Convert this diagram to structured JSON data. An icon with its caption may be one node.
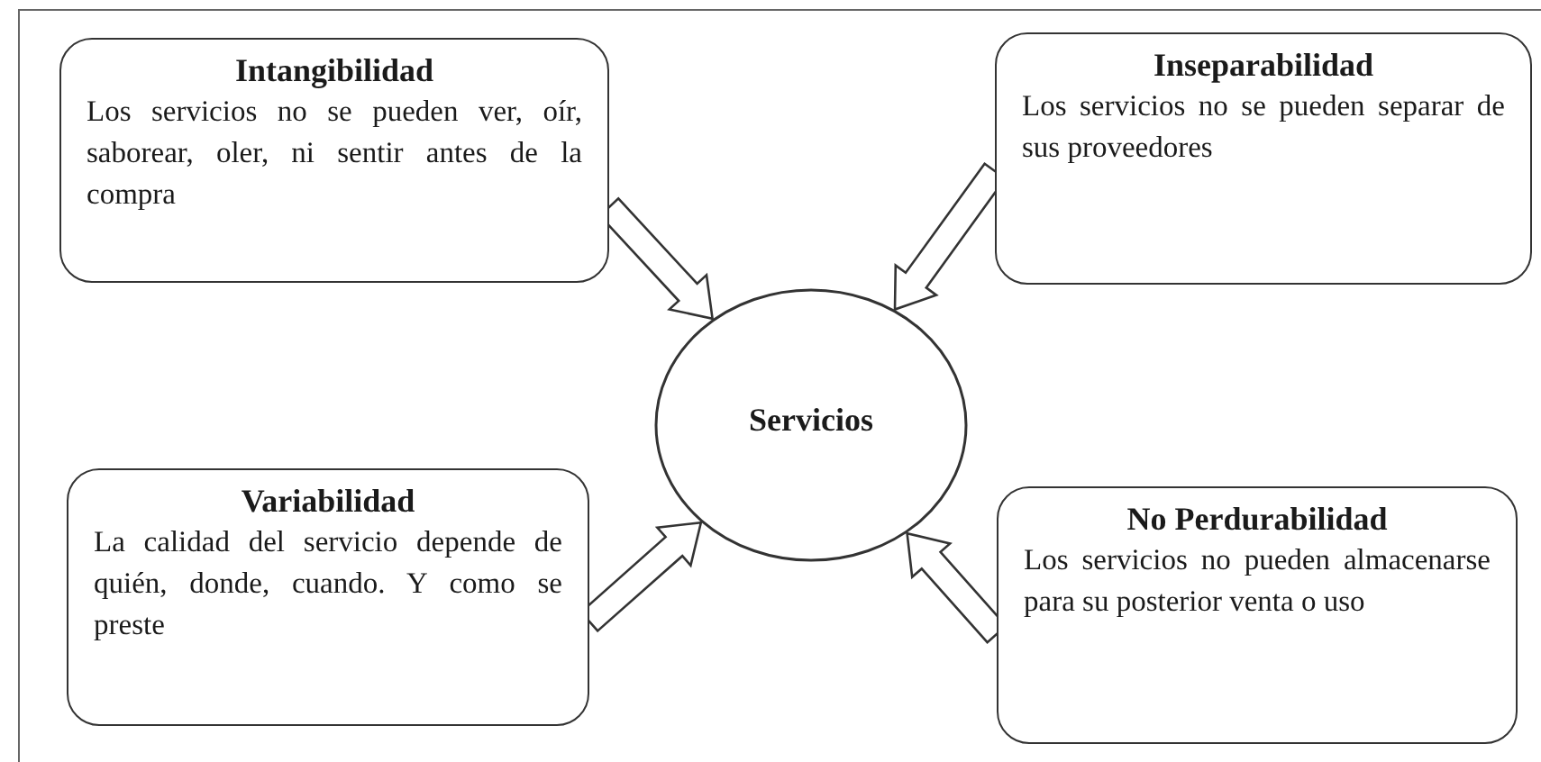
{
  "diagram": {
    "nodes": [
      {
        "text": [
          "Intangibilidad",
          "Los servicios no se pueden ver, oír, saborear, oler, ni sentir antes de la compra"
        ]
      },
      {
        "text": [
          "Inseparabilidad",
          "Los servicios no se pueden separar de sus proveedores"
        ]
      },
      {
        "text": [
          "Variabilidad",
          "La calidad del servicio depende de quién, donde, cuando. Y como se preste"
        ]
      },
      {
        "text": [
          "No Perdurabilidad",
          "Los servicios no pueden almacenarse para su posterior venta o uso"
        ]
      },
      {
        "text": [
          "Servicios"
        ]
      }
    ],
    "edges": [
      {
        "from": 0,
        "to": 4,
        "arrow": "to"
      },
      {
        "from": 1,
        "to": 4,
        "arrow": "to"
      },
      {
        "from": 2,
        "to": 4,
        "arrow": "to"
      },
      {
        "from": 3,
        "to": 4,
        "arrow": "to"
      }
    ]
  }
}
